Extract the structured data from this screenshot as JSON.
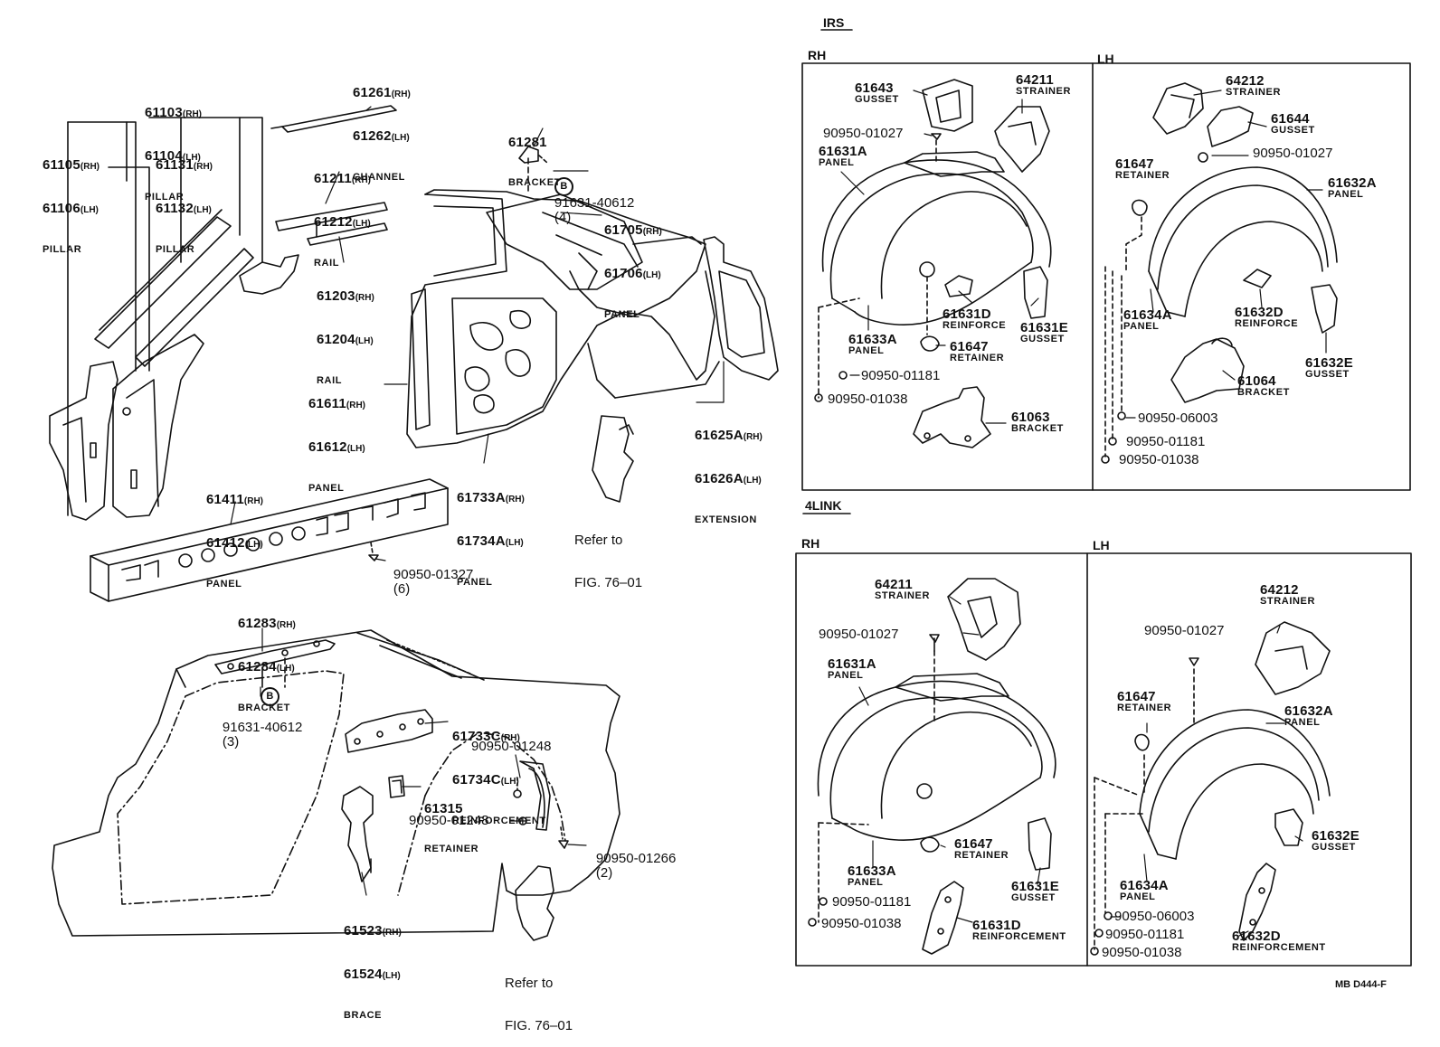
{
  "diagram": {
    "code": "MB D444-F",
    "left": {
      "pillar_outer": {
        "rh": "61105",
        "lh": "61106",
        "name": "PILLAR"
      },
      "pillar_upper": {
        "rh": "61103",
        "lh": "61104",
        "name": "PILLAR"
      },
      "pillar_inner": {
        "rh": "61131",
        "lh": "61132",
        "name": "PILLAR"
      },
      "channel": {
        "rh": "61261",
        "lh": "61262",
        "name": "CHANNEL"
      },
      "rail_upper": {
        "rh": "61211",
        "lh": "61212",
        "name": "RAIL"
      },
      "rail_lower": {
        "rh": "61203",
        "lh": "61204",
        "name": "RAIL"
      },
      "bracket_top": {
        "part": "61281",
        "name": "BRACKET"
      },
      "clip_top": {
        "part": "91631-40612",
        "qty": "(4)",
        "symbol": "B"
      },
      "panel_top": {
        "rh": "61705",
        "lh": "61706",
        "name": "PANEL"
      },
      "panel_quarter": {
        "rh": "61611",
        "lh": "61612",
        "name": "PANEL"
      },
      "extension": {
        "rh": "61625A",
        "lh": "61626A",
        "name": "EXTENSION"
      },
      "panel_inner": {
        "rh": "61733A",
        "lh": "61734A",
        "name": "PANEL"
      },
      "rocker_panel": {
        "rh": "61411",
        "lh": "61412",
        "name": "PANEL"
      },
      "rocker_clip": {
        "part": "90950-01327",
        "qty": "(6)"
      },
      "refer_upper": {
        "line1": "Refer to",
        "line2": "FIG. 76–01"
      },
      "bracket_mid": {
        "rh": "61283",
        "lh": "61284",
        "name": "BRACKET"
      },
      "clip_mid": {
        "part": "91631-40612",
        "qty": "(3)",
        "symbol": "B"
      },
      "reinforcement": {
        "rh": "61733C",
        "lh": "61734C",
        "name": "REINFORCEMENT"
      },
      "clip_a": {
        "part": "90950-01248"
      },
      "retainer": {
        "part": "61315",
        "name": "RETAINER"
      },
      "clip_b": {
        "part": "90950-01248"
      },
      "clip_c": {
        "part": "90950-01266",
        "qty": "(2)"
      },
      "brace": {
        "rh": "61523",
        "lh": "61524",
        "name": "BRACE"
      },
      "refer_lower": {
        "line1": "Refer to",
        "line2": "FIG. 76–01"
      }
    },
    "irs": {
      "heading": "IRS",
      "rh_label": "RH",
      "lh_label": "LH",
      "rh": [
        {
          "part": "61643",
          "name": "GUSSET"
        },
        {
          "part": "64211",
          "name": "STRAINER"
        },
        {
          "part": "90950-01027",
          "name": ""
        },
        {
          "part": "61631A",
          "name": "PANEL"
        },
        {
          "part": "61631D",
          "name": "REINFORCE"
        },
        {
          "part": "61631E",
          "name": "GUSSET"
        },
        {
          "part": "61633A",
          "name": "PANEL"
        },
        {
          "part": "61647",
          "name": "RETAINER"
        },
        {
          "part": "90950-01181",
          "name": ""
        },
        {
          "part": "90950-01038",
          "name": ""
        },
        {
          "part": "61063",
          "name": "BRACKET"
        }
      ],
      "lh": [
        {
          "part": "64212",
          "name": "STRAINER"
        },
        {
          "part": "61644",
          "name": "GUSSET"
        },
        {
          "part": "90950-01027",
          "name": ""
        },
        {
          "part": "61647",
          "name": "RETAINER"
        },
        {
          "part": "61632A",
          "name": "PANEL"
        },
        {
          "part": "61634A",
          "name": "PANEL"
        },
        {
          "part": "61632D",
          "name": "REINFORCE"
        },
        {
          "part": "61632E",
          "name": "GUSSET"
        },
        {
          "part": "61064",
          "name": "BRACKET"
        },
        {
          "part": "90950-06003",
          "name": ""
        },
        {
          "part": "90950-01181",
          "name": ""
        },
        {
          "part": "90950-01038",
          "name": ""
        }
      ]
    },
    "fourlink": {
      "heading": "4LINK",
      "rh_label": "RH",
      "lh_label": "LH",
      "rh": [
        {
          "part": "64211",
          "name": "STRAINER"
        },
        {
          "part": "90950-01027",
          "name": ""
        },
        {
          "part": "61631A",
          "name": "PANEL"
        },
        {
          "part": "61633A",
          "name": "PANEL"
        },
        {
          "part": "61647",
          "name": "RETAINER"
        },
        {
          "part": "61631E",
          "name": "GUSSET"
        },
        {
          "part": "90950-01181",
          "name": ""
        },
        {
          "part": "90950-01038",
          "name": ""
        },
        {
          "part": "61631D",
          "name": "REINFORCEMENT"
        }
      ],
      "lh": [
        {
          "part": "64212",
          "name": "STRAINER"
        },
        {
          "part": "90950-01027",
          "name": ""
        },
        {
          "part": "61647",
          "name": "RETAINER"
        },
        {
          "part": "61632A",
          "name": "PANEL"
        },
        {
          "part": "61632E",
          "name": "GUSSET"
        },
        {
          "part": "61634A",
          "name": "PANEL"
        },
        {
          "part": "90950-06003",
          "name": ""
        },
        {
          "part": "90950-01181",
          "name": ""
        },
        {
          "part": "90950-01038",
          "name": ""
        },
        {
          "part": "61632D",
          "name": "REINFORCEMENT"
        }
      ]
    },
    "suffix_rh": "(RH)",
    "suffix_lh": "(LH)"
  }
}
